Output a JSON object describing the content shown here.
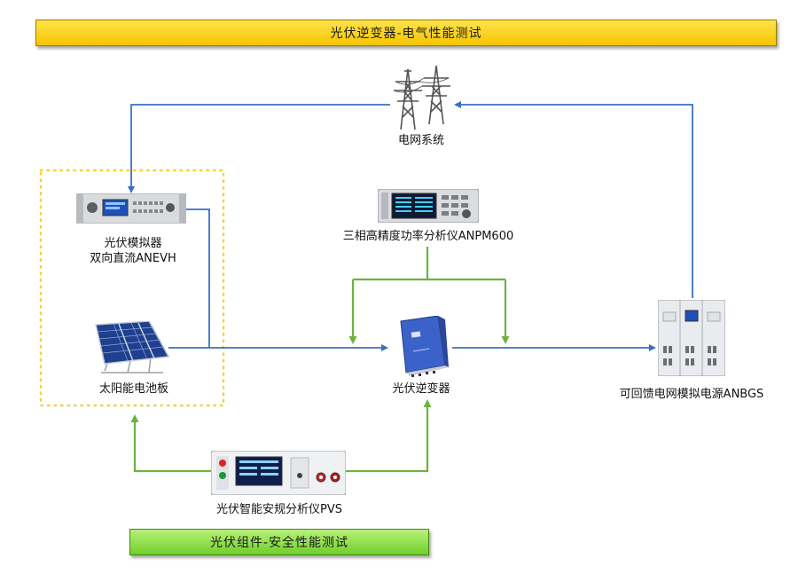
{
  "banners": {
    "top": "光伏逆变器-电气性能测试",
    "bottom": "光伏组件-安全性能测试"
  },
  "nodes": {
    "grid": "电网系统",
    "pv_simulator_line1": "光伏模拟器",
    "pv_simulator_line2": "双向直流ANEVH",
    "power_analyzer": "三相高精度功率分析仪ANPM600",
    "solar_panel": "太阳能电池板",
    "inverter": "光伏逆变器",
    "grid_simulator": "可回馈电网模拟电源ANBGS",
    "pvs_analyzer": "光伏智能安规分析仪PVS"
  },
  "colors": {
    "blue_line": "#3a6fc4",
    "green_line": "#6cb33f",
    "dotted_box": "#f2d33a",
    "banner_top": "#f5c400",
    "banner_bottom": "#6fcf2a"
  }
}
